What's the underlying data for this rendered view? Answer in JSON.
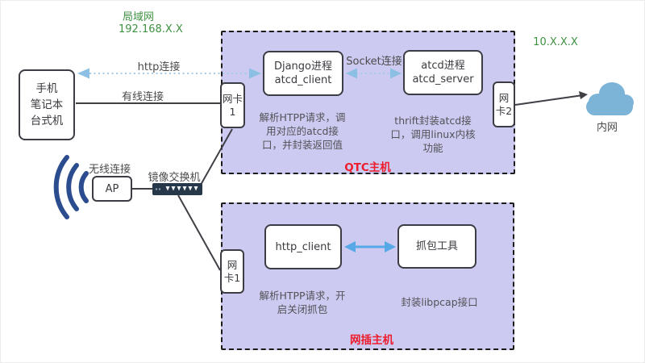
{
  "network": {
    "lan_name": "局域网",
    "lan_ip": "192.168.X.X",
    "wan_ip": "10.X.X.X",
    "intranet": "内网"
  },
  "connections": {
    "http": "http连接",
    "wired": "有线连接",
    "wireless": "无线连接",
    "socket": "Socket连接",
    "mirror_switch": "镜像交换机"
  },
  "nodes": {
    "client_devices": "手机\n笔记本\n台式机",
    "ap": "AP",
    "nic1": "网卡1",
    "nic2": "网卡2",
    "django": "Django进程\natcd_client",
    "atcd": "atcd进程\natcd_server",
    "http_client": "http_client",
    "capture_tool": "抓包工具"
  },
  "hosts": {
    "qtc": {
      "label": "QTC主机",
      "note_left": "解析HTPP请求，调\n用对应的atcd接\n口，并封装返回值",
      "note_right": "thrift封装atcd接\n口，调用linux内核\n功能"
    },
    "capture": {
      "label": "网插主机",
      "note_left": "解析HTPP请求，开\n启关闭抓包",
      "note_right": "封装libpcap接口"
    }
  },
  "colors": {
    "host_fill": "#cccaf0",
    "dashed_border": "#1c1c1c",
    "accent_blue": "#57a8e6",
    "dotted_blue": "#a6cbe8",
    "arrowhead_blue": "#8bbfe3",
    "green_text": "#3f9142",
    "red_text": "#ee1c2c",
    "wifi_navy": "#2b4c8e",
    "switch_navy": "#27384a",
    "cloud_blue": "#7cb4d8"
  }
}
